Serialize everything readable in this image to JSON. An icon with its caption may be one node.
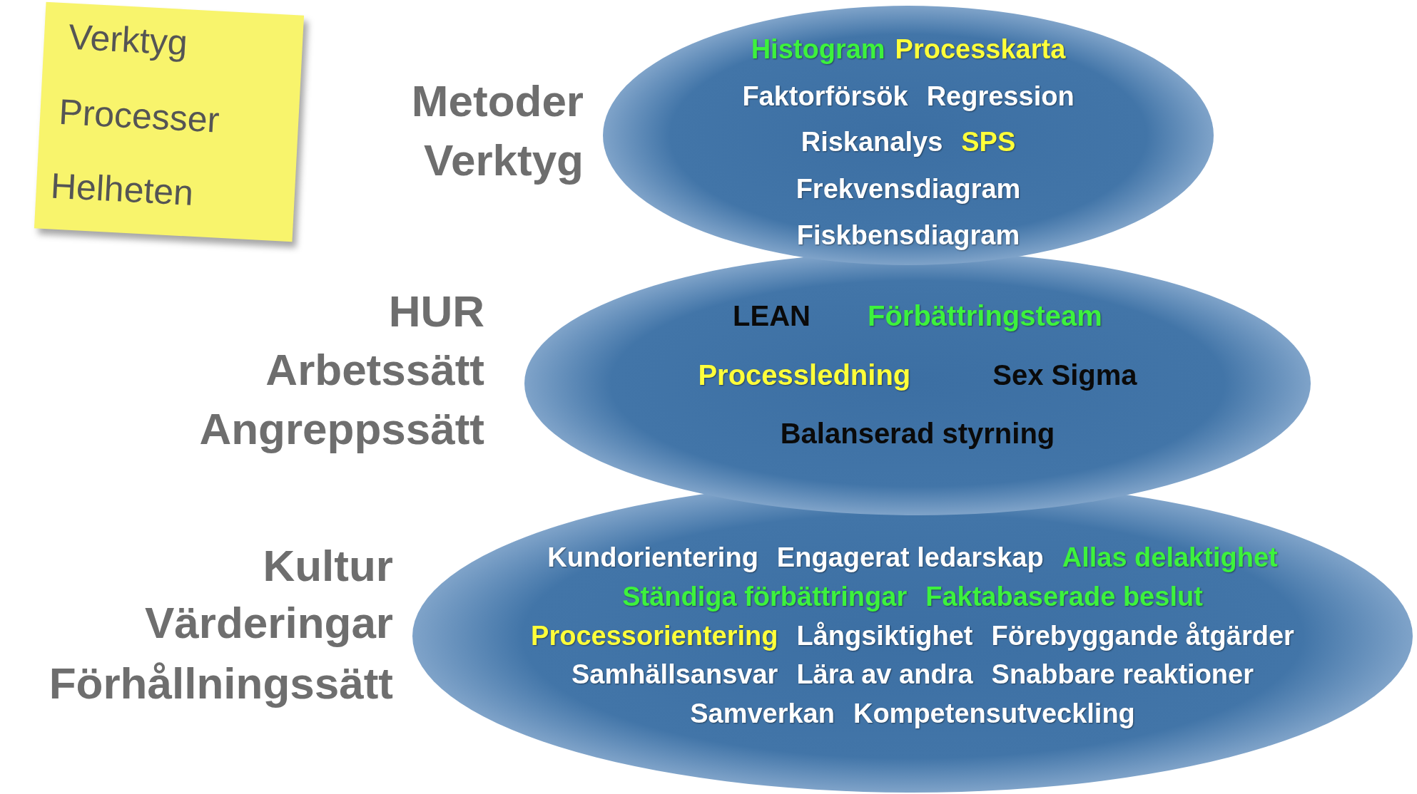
{
  "diagram": {
    "nodes": [
      {
        "text": [
          "Verktyg",
          "Processer",
          "Helheten"
        ]
      },
      {
        "text": [
          "Histogram",
          "Processkarta",
          "Faktorförsök",
          "Regression",
          "Riskanalys",
          "SPS",
          "Frekvensdiagram",
          "Fiskbensdiagram"
        ],
        "beside": [
          "Metoder",
          "Verktyg"
        ]
      },
      {
        "text": [
          "LEAN",
          "Förbättringsteam",
          "Processledning",
          "Sex Sigma",
          "Balanserad styrning"
        ],
        "beside": [
          "HUR",
          "Arbetssätt",
          "Angreppssätt"
        ]
      },
      {
        "text": [
          "Kundorientering",
          "Engagerat ledarskap",
          "Allas delaktighet",
          "Ständiga förbättringar",
          "Faktabaserade beslut",
          "Processorientering",
          "Långsiktighet",
          "Förebyggande åtgärder",
          "Samhällsansvar",
          "Lära av andra",
          "Snabbare reaktioner",
          "Samverkan",
          "Kompetensutveckling"
        ],
        "beside": [
          "Kultur",
          "Värderingar",
          "Förhållningssätt"
        ]
      }
    ]
  }
}
